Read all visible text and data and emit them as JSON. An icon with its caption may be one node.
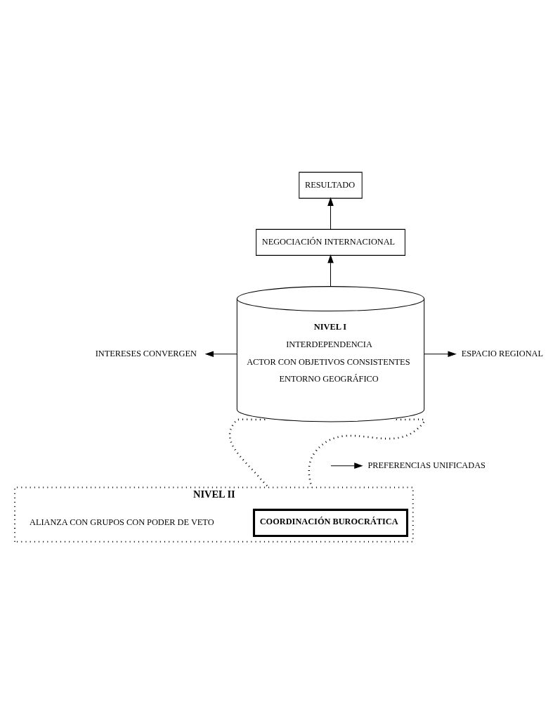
{
  "diagram": {
    "nodes": [
      {
        "text": [
          "RESULTADO"
        ]
      },
      {
        "text": [
          "NEGOCIACIÓN INTERNACIONAL"
        ]
      },
      {
        "text": [
          "NIVEL I",
          "INTERDEPENDENCIA",
          "ACTOR CON OBJETIVOS CONSISTENTES",
          "ENTORNO GEOGRÁFICO"
        ]
      },
      {
        "text": [
          "INTERESES CONVERGEN"
        ]
      },
      {
        "text": [
          "ESPACIO REGIONAL"
        ]
      },
      {
        "text": [
          "PREFERENCIAS UNIFICADAS"
        ]
      },
      {
        "text": [
          "NIVEL II",
          "ALIANZA CON GRUPOS CON PODER DE VETO"
        ]
      },
      {
        "text": [
          "COORDINACIÓN BUROCRÁTICA"
        ],
        "in": 6
      }
    ],
    "edges": [
      {
        "from": 1,
        "to": 0,
        "arrow": "to"
      },
      {
        "from": 2,
        "to": 1,
        "arrow": "to"
      },
      {
        "from": 2,
        "to": 3,
        "arrow": "to"
      },
      {
        "from": 2,
        "to": 4,
        "arrow": "to"
      },
      {
        "from": null,
        "to": 5,
        "arrow": "to"
      },
      {
        "from": 2,
        "to": 6,
        "arrow": "none",
        "style": "dashed"
      },
      {
        "from": 2,
        "to": 6,
        "arrow": "none",
        "style": "dashed"
      }
    ]
  }
}
